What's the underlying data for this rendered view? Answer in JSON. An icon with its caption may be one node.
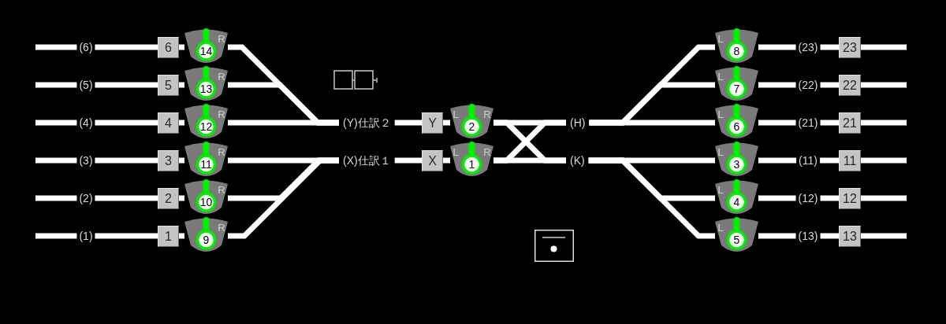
{
  "diagram": {
    "nodes": [
      {
        "text": [
          "6"
        ]
      },
      {
        "text": [
          "5"
        ]
      },
      {
        "text": [
          "4"
        ]
      },
      {
        "text": [
          "3"
        ]
      },
      {
        "text": [
          "2"
        ]
      },
      {
        "text": [
          "1"
        ]
      },
      {
        "text": [
          "R",
          "14"
        ]
      },
      {
        "text": [
          "R",
          "13"
        ]
      },
      {
        "text": [
          "R",
          "12"
        ]
      },
      {
        "text": [
          "R",
          "11"
        ]
      },
      {
        "text": [
          "R",
          "10"
        ]
      },
      {
        "text": [
          "R",
          "9"
        ]
      },
      {
        "text": [
          "(Y)仕訳２"
        ]
      },
      {
        "text": [
          "(X)仕訳１"
        ]
      },
      {
        "text": [
          "Y"
        ]
      },
      {
        "text": [
          "X"
        ]
      },
      {
        "text": [
          "L",
          "R",
          "2"
        ]
      },
      {
        "text": [
          "L",
          "R",
          "1"
        ]
      },
      {
        "text": [
          "(H)"
        ]
      },
      {
        "text": [
          "(K)"
        ]
      },
      {
        "text": [
          "L",
          "8"
        ]
      },
      {
        "text": [
          "L",
          "7"
        ]
      },
      {
        "text": [
          "L",
          "6"
        ]
      },
      {
        "text": [
          "L",
          "3"
        ]
      },
      {
        "text": [
          "L",
          "4"
        ]
      },
      {
        "text": [
          "L",
          "5"
        ]
      },
      {
        "text": [
          "23"
        ]
      },
      {
        "text": [
          "22"
        ]
      },
      {
        "text": [
          "21"
        ]
      },
      {
        "text": [
          "11"
        ]
      },
      {
        "text": [
          "12"
        ]
      },
      {
        "text": [
          "13"
        ]
      }
    ],
    "edges": [
      {
        "from": null,
        "to": 0,
        "arrow": "none",
        "label": "(6)"
      },
      {
        "from": null,
        "to": 1,
        "arrow": "none",
        "label": "(5)"
      },
      {
        "from": null,
        "to": 2,
        "arrow": "none",
        "label": "(4)"
      },
      {
        "from": null,
        "to": 3,
        "arrow": "none",
        "label": "(3)"
      },
      {
        "from": null,
        "to": 4,
        "arrow": "none",
        "label": "(2)"
      },
      {
        "from": null,
        "to": 5,
        "arrow": "none",
        "label": "(1)"
      },
      {
        "from": 0,
        "to": 6,
        "arrow": "none"
      },
      {
        "from": 1,
        "to": 7,
        "arrow": "none"
      },
      {
        "from": 2,
        "to": 8,
        "arrow": "none"
      },
      {
        "from": 3,
        "to": 9,
        "arrow": "none"
      },
      {
        "from": 4,
        "to": 10,
        "arrow": "none"
      },
      {
        "from": 5,
        "to": 11,
        "arrow": "none"
      },
      {
        "from": 6,
        "to": 12,
        "arrow": "none"
      },
      {
        "from": 7,
        "to": 12,
        "arrow": "none"
      },
      {
        "from": 8,
        "to": 12,
        "arrow": "none"
      },
      {
        "from": 9,
        "to": 13,
        "arrow": "none"
      },
      {
        "from": 10,
        "to": 13,
        "arrow": "none"
      },
      {
        "from": 11,
        "to": 13,
        "arrow": "none"
      },
      {
        "from": 12,
        "to": 14,
        "arrow": "none"
      },
      {
        "from": 13,
        "to": 15,
        "arrow": "none"
      },
      {
        "from": 14,
        "to": 16,
        "arrow": "none"
      },
      {
        "from": 15,
        "to": 17,
        "arrow": "none"
      },
      {
        "from": 16,
        "to": 18,
        "arrow": "none"
      },
      {
        "from": 17,
        "to": 19,
        "arrow": "none"
      },
      {
        "from": 16,
        "to": 19,
        "arrow": "none"
      },
      {
        "from": 17,
        "to": 18,
        "arrow": "none"
      },
      {
        "from": 18,
        "to": 20,
        "arrow": "none"
      },
      {
        "from": 18,
        "to": 21,
        "arrow": "none"
      },
      {
        "from": 18,
        "to": 22,
        "arrow": "none"
      },
      {
        "from": 19,
        "to": 23,
        "arrow": "none"
      },
      {
        "from": 19,
        "to": 24,
        "arrow": "none"
      },
      {
        "from": 19,
        "to": 25,
        "arrow": "none"
      },
      {
        "from": 20,
        "to": 26,
        "arrow": "none",
        "label": "(23)"
      },
      {
        "from": 21,
        "to": 27,
        "arrow": "none",
        "label": "(22)"
      },
      {
        "from": 22,
        "to": 28,
        "arrow": "none",
        "label": "(21)"
      },
      {
        "from": 23,
        "to": 29,
        "arrow": "none",
        "label": "(11)"
      },
      {
        "from": 24,
        "to": 30,
        "arrow": "none",
        "label": "(12)"
      },
      {
        "from": 25,
        "to": 31,
        "arrow": "none",
        "label": "(13)"
      },
      {
        "from": 26,
        "to": null,
        "arrow": "none"
      },
      {
        "from": 27,
        "to": null,
        "arrow": "none"
      },
      {
        "from": 28,
        "to": null,
        "arrow": "none"
      },
      {
        "from": 29,
        "to": null,
        "arrow": "none"
      },
      {
        "from": 30,
        "to": null,
        "arrow": "none"
      },
      {
        "from": 31,
        "to": null,
        "arrow": "none"
      }
    ]
  }
}
